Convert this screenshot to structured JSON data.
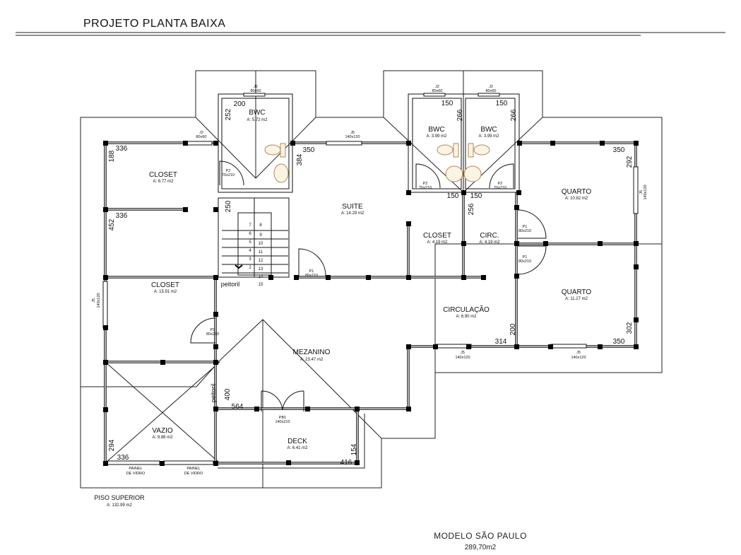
{
  "header": {
    "title": "PROJETO PLANTA BAIXA"
  },
  "rooms": [
    {
      "name": "BWC",
      "area": "A: 5.72 m2"
    },
    {
      "name": "CLOSET",
      "area": "A: 6.77 m2"
    },
    {
      "name": "SUITE",
      "area": "A: 14.29 m2"
    },
    {
      "name": "BWC",
      "area": "A: 3.99 m2"
    },
    {
      "name": "BWC",
      "area": "A: 3.99 m2"
    },
    {
      "name": "QUARTO",
      "area": "A: 10.82 m2"
    },
    {
      "name": "CLOSET",
      "area": "A: 4.19 m2"
    },
    {
      "name": "CIRC.",
      "area": "A: 4.19 m2"
    },
    {
      "name": "CLOSET",
      "area": "A: 15.91 m2"
    },
    {
      "name": "QUARTO",
      "area": "A: 11.27 m2"
    },
    {
      "name": "CIRCULAÇÃO",
      "area": "A: 6.90 m2"
    },
    {
      "name": "MEZANINO",
      "area": "A: 23.47 m2"
    },
    {
      "name": "VAZIO",
      "area": "A: 9.88 m2"
    },
    {
      "name": "DECK",
      "area": "A: 6.41 m2"
    }
  ],
  "dimensions": [
    "200",
    "252",
    "336",
    "188",
    "350",
    "384",
    "250",
    "336",
    "452",
    "150",
    "266",
    "150",
    "266",
    "150",
    "150",
    "256",
    "350",
    "292",
    "200",
    "314",
    "350",
    "302",
    "400",
    "564",
    "294",
    "336",
    "154",
    "416"
  ],
  "openings": [
    {
      "code": "J2",
      "size": "80x60"
    },
    {
      "code": "J2",
      "size": "80x60"
    },
    {
      "code": "J5",
      "size": "140x120"
    },
    {
      "code": "J2",
      "size": "80x60"
    },
    {
      "code": "J2",
      "size": "80x60"
    },
    {
      "code": "P2",
      "size": "70x210"
    },
    {
      "code": "P2",
      "size": "70x210"
    },
    {
      "code": "P2",
      "size": "70x210"
    },
    {
      "code": "P1",
      "size": "80x210"
    },
    {
      "code": "P1",
      "size": "80x210"
    },
    {
      "code": "J5",
      "size": "140x120"
    },
    {
      "code": "P1",
      "size": "80x210"
    },
    {
      "code": "J5",
      "size": "140x120"
    },
    {
      "code": "P1",
      "size": "80x210"
    },
    {
      "code": "J5",
      "size": "140x120"
    },
    {
      "code": "J5",
      "size": "140x120"
    },
    {
      "code": "PB1",
      "size": "140x210"
    }
  ],
  "panels": [
    {
      "l1": "PAINEL",
      "l2": "DE VIDRO"
    },
    {
      "l1": "PAINEL",
      "l2": "DE VIDRO"
    }
  ],
  "peitoril": "peitoril",
  "stairs": [
    "7",
    "8",
    "6",
    "9",
    "5",
    "10",
    "4",
    "11",
    "3",
    "12",
    "2",
    "13",
    "14",
    "15"
  ],
  "floor": {
    "name": "PISO SUPERIOR",
    "area": "A: 132.99 m2"
  },
  "footer": {
    "model": "MODELO SÃO PAULO",
    "total": "289,70m2"
  }
}
